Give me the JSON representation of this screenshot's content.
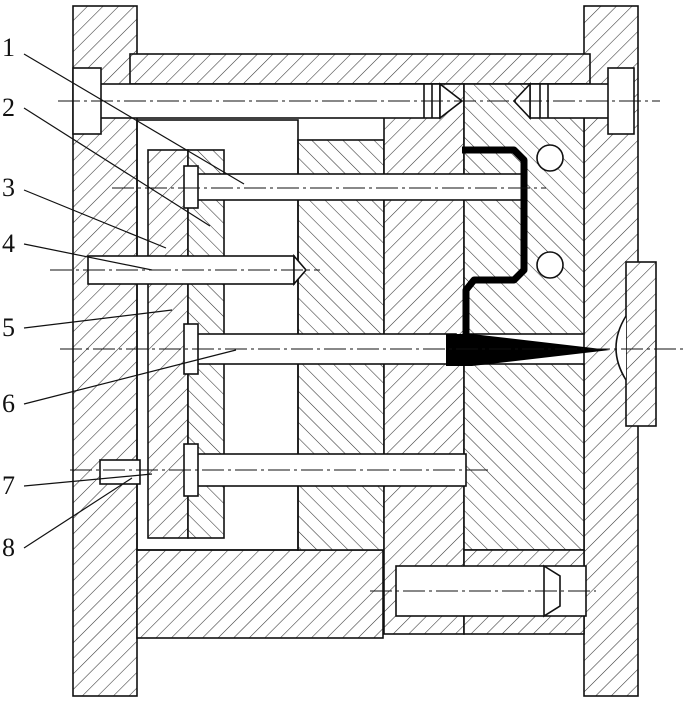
{
  "callouts": [
    {
      "id": "1",
      "label": "1"
    },
    {
      "id": "2",
      "label": "2"
    },
    {
      "id": "3",
      "label": "3"
    },
    {
      "id": "4",
      "label": "4"
    },
    {
      "id": "5",
      "label": "5"
    },
    {
      "id": "6",
      "label": "6"
    },
    {
      "id": "7",
      "label": "7"
    },
    {
      "id": "8",
      "label": "8"
    }
  ],
  "colors": {
    "line": "#111111",
    "hatch": "#333333",
    "part": "#000000",
    "background": "#ffffff"
  }
}
